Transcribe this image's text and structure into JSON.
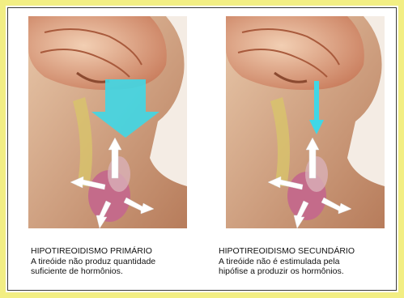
{
  "panels": [
    {
      "title": "HIPOTIREOIDISMO PRIMÁRIO",
      "line1": "A tireóide não produz quantidade",
      "line2": "suficiente de hormônios.",
      "arrow": "wide-down-arrow"
    },
    {
      "title": "HIPOTIREOIDISMO SECUNDÁRIO",
      "line1": "A tireóide não é estimulada pela",
      "line2": "hipófise a produzir os hormônios.",
      "arrow": "thin-down-arrow"
    }
  ],
  "colors": {
    "border": "#f2ee83",
    "arrow": "#3fd7e6",
    "brain": "#d9a37d",
    "skin": "#c98c6a",
    "thyroid": "#c46b8a"
  }
}
